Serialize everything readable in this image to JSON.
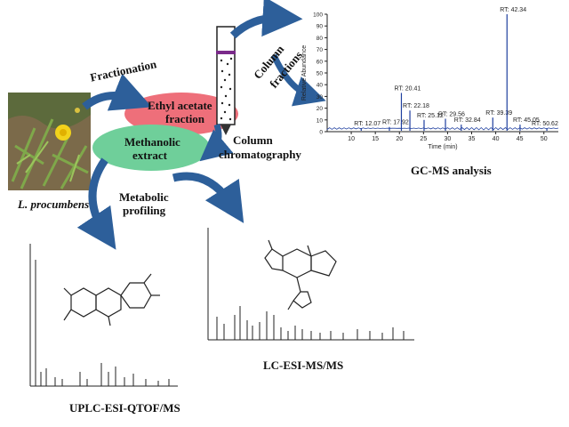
{
  "photo": {
    "species_label": "L. procumbens"
  },
  "labels": {
    "fractionation": "Fractionation",
    "ethyl_acetate_line1": "Ethyl acetate",
    "ethyl_acetate_line2": "fraction",
    "methanolic_line1": "Methanolic",
    "methanolic_line2": "extract",
    "column_fractions_line1": "Column",
    "column_fractions_line2": "fractions",
    "column_chrom_line1": "Column",
    "column_chrom_line2": "chromatography",
    "metabolic_line1": "Metabolic",
    "metabolic_line2": "profiling"
  },
  "captions": {
    "gcms": "GC-MS analysis",
    "lcms": "LC-ESI-MS/MS",
    "uplc": "UPLC-ESI-QTOF/MS"
  },
  "colors": {
    "ethyl_acetate_ellipse": "#ee6f7a",
    "methanolic_ellipse": "#6fcf9a",
    "arrow": "#2d5f9a",
    "gc_trace": "#1f3f9f",
    "column_cap": "#7a2a8a"
  },
  "chart_data": {
    "type": "line",
    "ylabel": "Relative Abundance",
    "xlabel": "Time (min)",
    "xlim": [
      5,
      53
    ],
    "ylim": [
      0,
      100
    ],
    "xticks": [
      10,
      15,
      20,
      25,
      30,
      35,
      40,
      45,
      50
    ],
    "yticks": [
      0,
      10,
      20,
      30,
      40,
      50,
      60,
      70,
      80,
      90,
      100
    ],
    "peaks": [
      {
        "label": "RT: 12.07",
        "x": 12.07,
        "y": 3
      },
      {
        "label": "RT: 17.92",
        "x": 17.92,
        "y": 4
      },
      {
        "label": "RT: 20.41",
        "x": 20.41,
        "y": 33
      },
      {
        "label": "RT: 22.18",
        "x": 22.18,
        "y": 18
      },
      {
        "label": "RT: 25.12",
        "x": 25.12,
        "y": 10
      },
      {
        "label": "RT: 29.56",
        "x": 29.56,
        "y": 11
      },
      {
        "label": "RT: 32.84",
        "x": 32.84,
        "y": 6
      },
      {
        "label": "RT: 39.39",
        "x": 39.39,
        "y": 12
      },
      {
        "label": "RT: 42.34",
        "x": 42.34,
        "y": 100
      },
      {
        "label": "RT: 45.05",
        "x": 45.05,
        "y": 6
      },
      {
        "label": "RT: 50.62",
        "x": 50.62,
        "y": 3
      }
    ]
  }
}
